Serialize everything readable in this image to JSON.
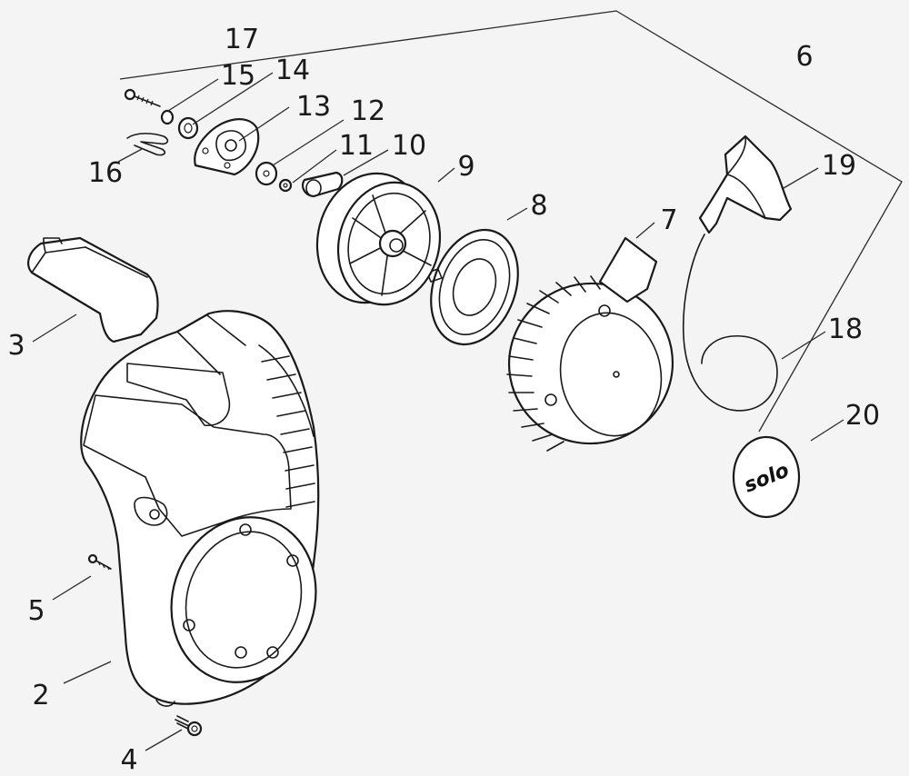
{
  "callouts": [
    {
      "id": "2",
      "label": "2"
    },
    {
      "id": "3",
      "label": "3"
    },
    {
      "id": "4",
      "label": "4"
    },
    {
      "id": "5",
      "label": "5"
    },
    {
      "id": "6",
      "label": "6"
    },
    {
      "id": "7",
      "label": "7"
    },
    {
      "id": "8",
      "label": "8"
    },
    {
      "id": "9",
      "label": "9"
    },
    {
      "id": "10",
      "label": "10"
    },
    {
      "id": "11",
      "label": "11"
    },
    {
      "id": "12",
      "label": "12"
    },
    {
      "id": "13",
      "label": "13"
    },
    {
      "id": "14",
      "label": "14"
    },
    {
      "id": "15",
      "label": "15"
    },
    {
      "id": "16",
      "label": "16"
    },
    {
      "id": "17",
      "label": "17"
    },
    {
      "id": "18",
      "label": "18"
    },
    {
      "id": "19",
      "label": "19"
    },
    {
      "id": "20",
      "label": "20"
    }
  ],
  "logo": {
    "text": "solo"
  },
  "colors": {
    "line": "#1a1a1a",
    "background": "#f4f4f4",
    "part_fill": "#ffffff"
  }
}
